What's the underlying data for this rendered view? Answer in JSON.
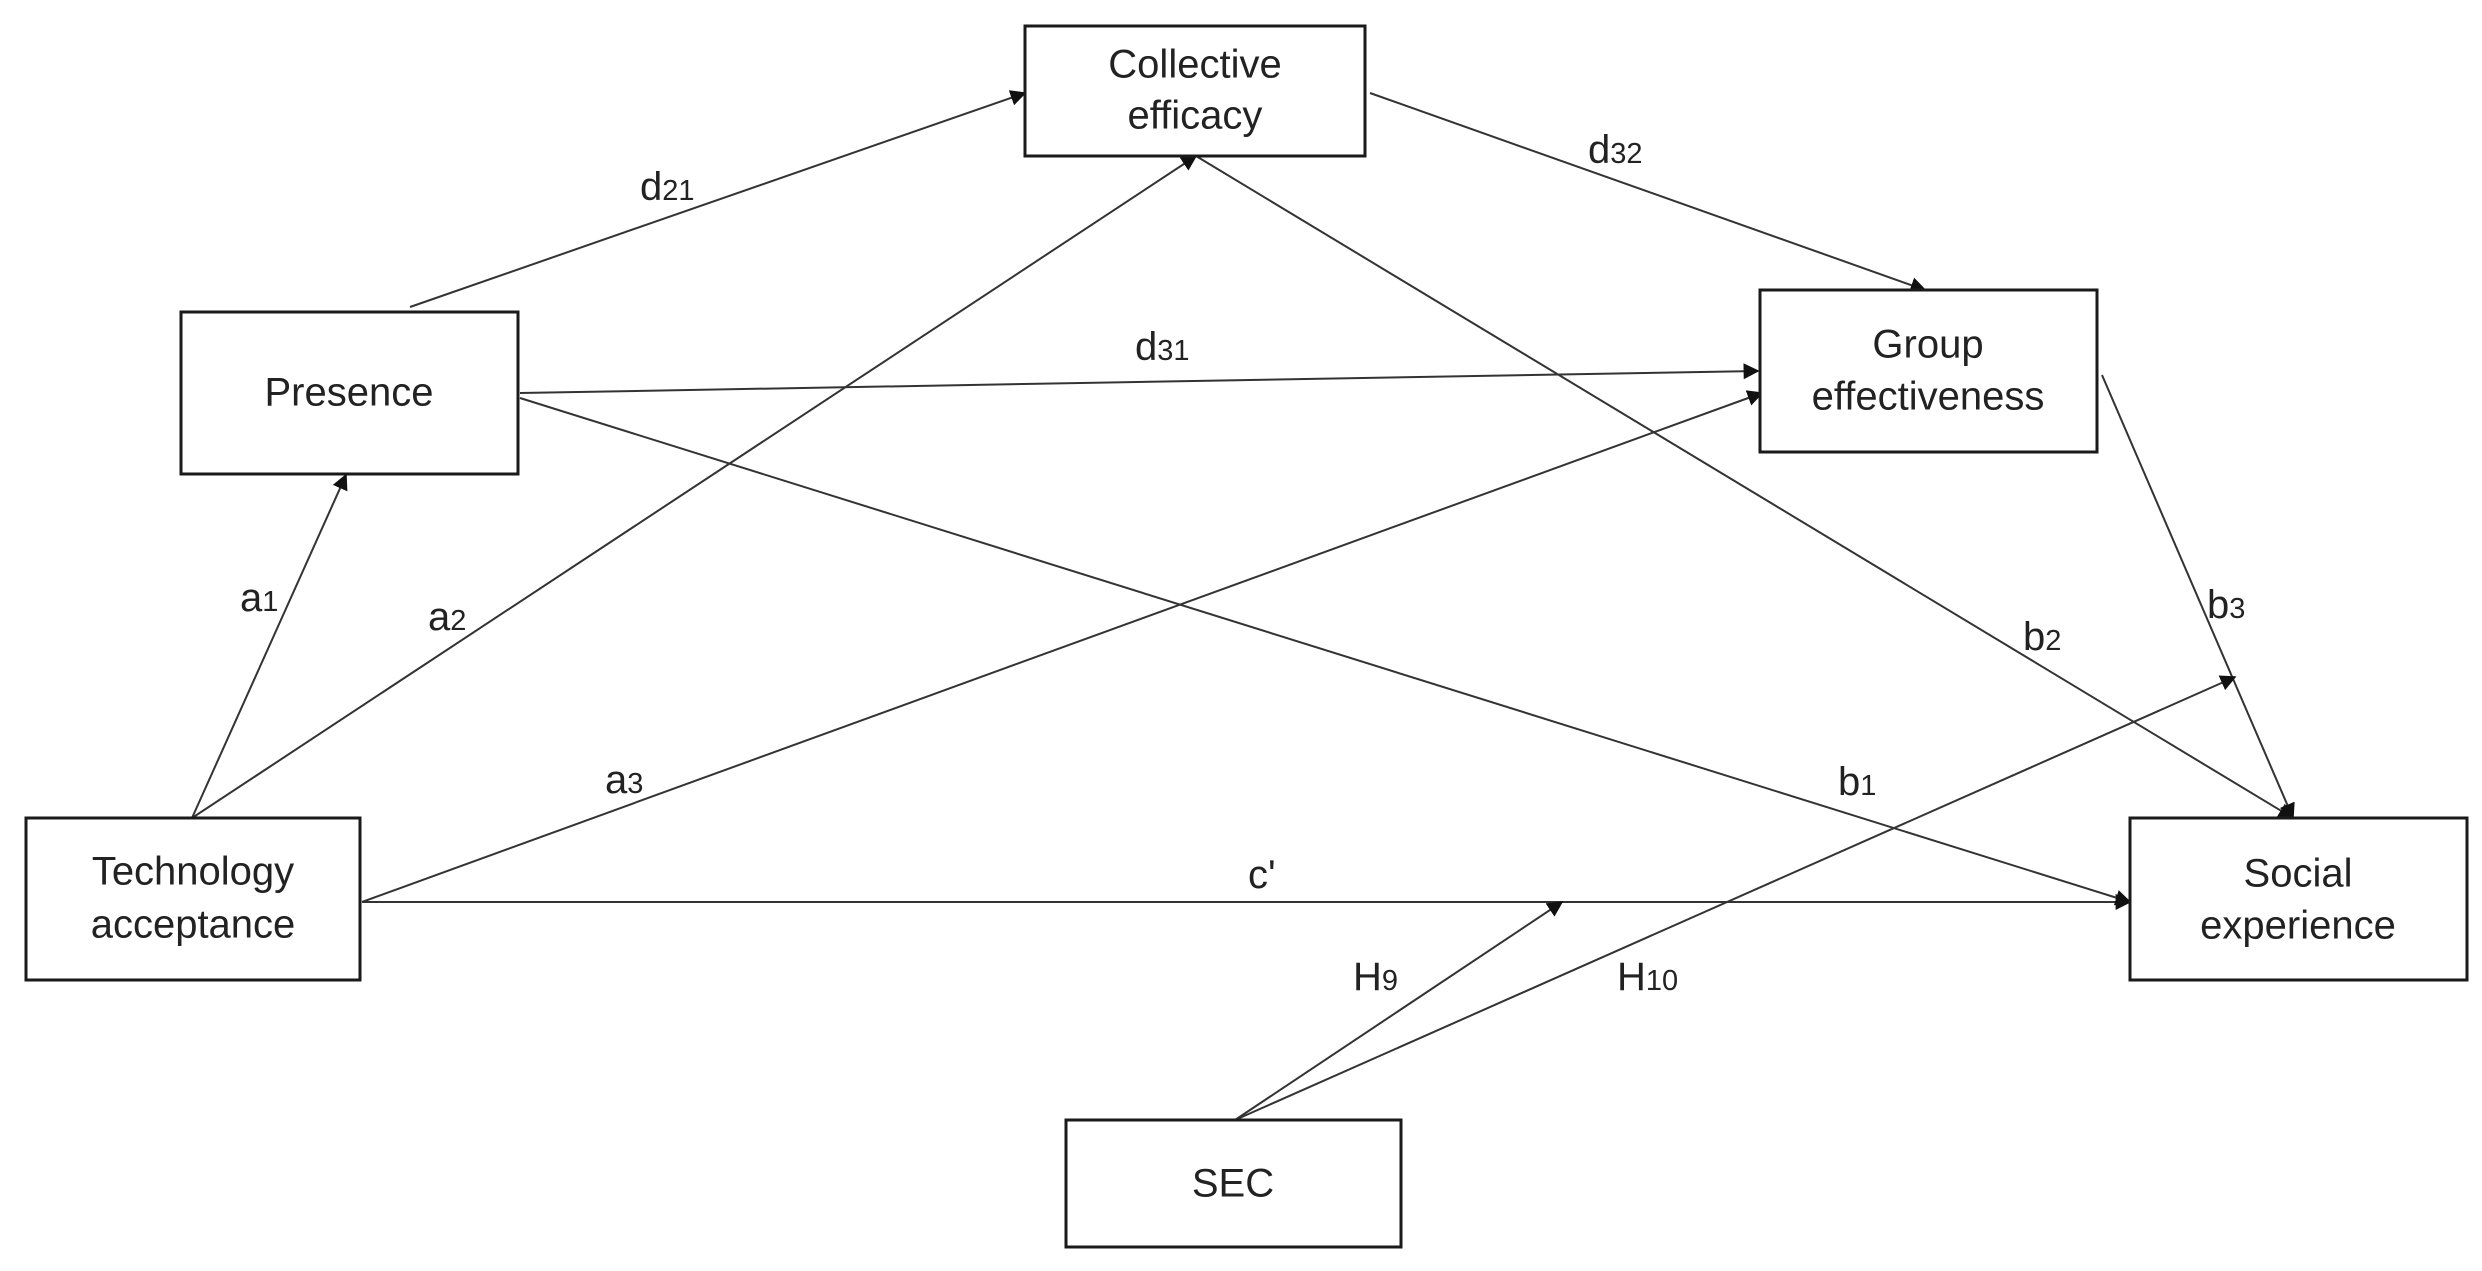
{
  "nodes": {
    "collective_efficacy": {
      "line1": "Collective",
      "line2": "efficacy"
    },
    "presence": {
      "line1": "Presence"
    },
    "group_effectiveness": {
      "line1": "Group",
      "line2": "effectiveness"
    },
    "technology_acceptance": {
      "line1": "Technology",
      "line2": "acceptance"
    },
    "social_experience": {
      "line1": "Social",
      "line2": "experience"
    },
    "sec": {
      "line1": "SEC"
    }
  },
  "edges": {
    "d21": {
      "main": "d",
      "sub": "21"
    },
    "d32": {
      "main": "d",
      "sub": "32"
    },
    "d31": {
      "main": "d",
      "sub": "31"
    },
    "a1": {
      "main": "a",
      "sub": "1"
    },
    "a2": {
      "main": "a",
      "sub": "2"
    },
    "a3": {
      "main": "a",
      "sub": "3"
    },
    "b1": {
      "main": "b",
      "sub": "1"
    },
    "b2": {
      "main": "b",
      "sub": "2"
    },
    "b3": {
      "main": "b",
      "sub": "3"
    },
    "c_prime": {
      "main": "c'"
    },
    "h9": {
      "main": "H",
      "sub": "9"
    },
    "h10": {
      "main": "H",
      "sub": "10"
    }
  },
  "colors": {
    "line": "#333333",
    "box_stroke": "#1a1a1a",
    "text": "#222222",
    "background": "#ffffff"
  }
}
